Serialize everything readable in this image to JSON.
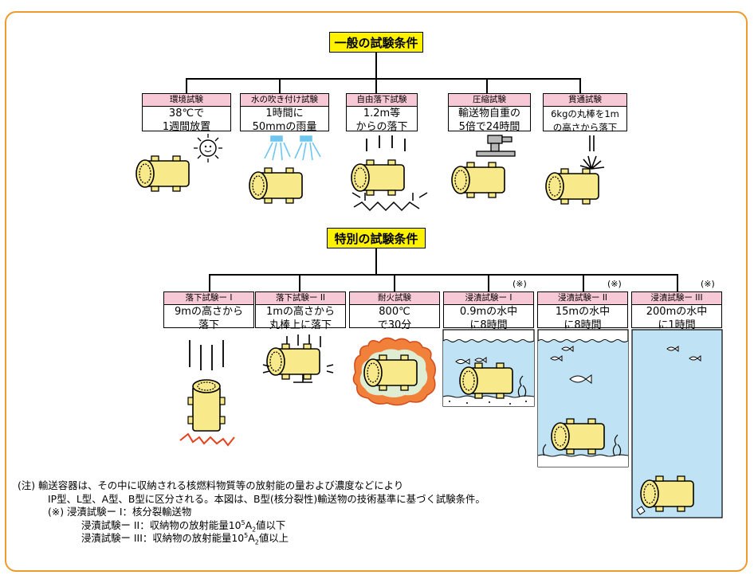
{
  "header_general": "一般の試験条件",
  "header_special": "特別の試験条件",
  "general_tests": [
    {
      "label": "環境試験",
      "line1": "38℃で",
      "line2": "1週間放置"
    },
    {
      "label": "水の吹き付け試験",
      "line1": "1時間に",
      "line2": "50mmの雨量"
    },
    {
      "label": "自由落下試験",
      "line1": "1.2m等",
      "line2": "からの落下"
    },
    {
      "label": "圧縮試験",
      "line1": "輸送物自重の",
      "line2": "5倍で24時間"
    },
    {
      "label": "貫通試験",
      "line1": "6kgの丸棒を1m",
      "line2": "の高さから落下"
    }
  ],
  "special_tests": [
    {
      "label": "落下試験ー I",
      "line1": "9mの高さから",
      "line2": "落下",
      "mark": ""
    },
    {
      "label": "落下試験ー II",
      "line1": "1mの高さから",
      "line2": "丸棒上に落下",
      "mark": ""
    },
    {
      "label": "耐火試験",
      "line1": "800℃",
      "line2": "で30分",
      "mark": ""
    },
    {
      "label": "浸漬試験ー I",
      "line1": "0.9mの水中",
      "line2": "に8時間",
      "mark": "(※)"
    },
    {
      "label": "浸漬試験ー II",
      "line1": "15mの水中",
      "line2": "に8時間",
      "mark": "(※)"
    },
    {
      "label": "浸漬試験ー III",
      "line1": "200mの水中",
      "line2": "に1時間",
      "mark": "(※)"
    }
  ],
  "notes": {
    "n1_prefix": "(注)",
    "n1_line1": "輸送容器は、その中に収納される核燃料物質等の放射能の量および濃度などにより",
    "n1_line2": "IP型、L型、A型、B型に区分される。本図は、B型(核分裂性)輸送物の技術基準に基づく試験条件。",
    "n2_prefix": "(※)",
    "n2_line1": "浸漬試験ー I：核分裂輸送物",
    "n2_line2a": "浸漬試験ー II：収納物の放射能量10",
    "n2_line2_sup": "5",
    "n2_line2b": "A",
    "n2_line2_sub": "2",
    "n2_line2c": "値以下",
    "n2_line3a": "浸漬試験ー III：収納物の放射能量10",
    "n2_line3_sup": "5",
    "n2_line3b": "A",
    "n2_line3_sub": "2",
    "n2_line3c": "値以上"
  },
  "colors": {
    "frame": "#ef9a2e",
    "header_fill": "#fff200",
    "label_fill": "#f7c8d6",
    "container": "#f8e98a",
    "water": "#bfe3f5",
    "fire": "#f0803a"
  }
}
